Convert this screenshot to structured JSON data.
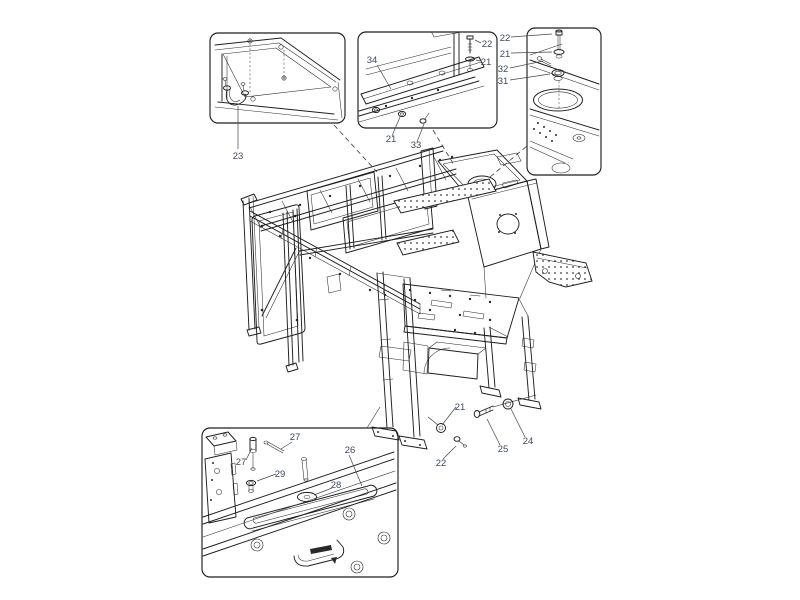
{
  "figure": {
    "background": "#ffffff",
    "line_color": "#1f1f1f",
    "label_color": "#3d4a5c",
    "part_numbers_visible": [
      "21",
      "22",
      "23",
      "24",
      "25",
      "26",
      "27",
      "28",
      "29",
      "31",
      "32",
      "33",
      "34"
    ]
  },
  "callouts": [
    {
      "label": "23",
      "view": "detail-top-left"
    },
    {
      "label": "34",
      "view": "detail-top-middle"
    },
    {
      "label": "22",
      "view": "detail-top-middle"
    },
    {
      "label": "21",
      "view": "detail-top-middle"
    },
    {
      "label": "21",
      "view": "detail-top-middle"
    },
    {
      "label": "33",
      "view": "detail-top-middle"
    },
    {
      "label": "22",
      "view": "detail-top-right"
    },
    {
      "label": "21",
      "view": "detail-top-right"
    },
    {
      "label": "32",
      "view": "detail-top-right"
    },
    {
      "label": "31",
      "view": "detail-top-right"
    },
    {
      "label": "27",
      "view": "detail-bottom-left"
    },
    {
      "label": "27",
      "view": "detail-bottom-left"
    },
    {
      "label": "29",
      "view": "detail-bottom-left"
    },
    {
      "label": "26",
      "view": "detail-bottom-left"
    },
    {
      "label": "28",
      "view": "detail-bottom-left"
    },
    {
      "label": "21",
      "view": "main-assembly"
    },
    {
      "label": "22",
      "view": "main-assembly"
    },
    {
      "label": "24",
      "view": "main-assembly"
    },
    {
      "label": "25",
      "view": "main-assembly"
    }
  ]
}
